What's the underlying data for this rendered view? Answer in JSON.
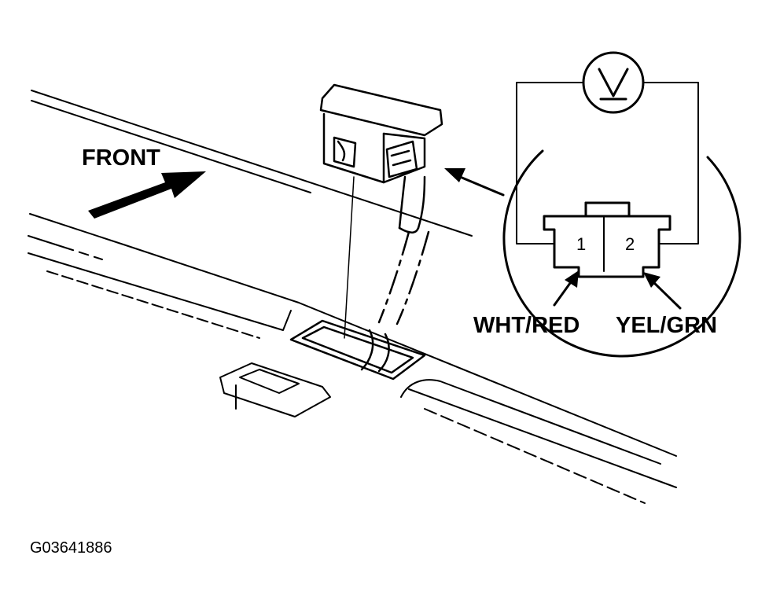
{
  "labels": {
    "front": "FRONT",
    "pin1": "1",
    "pin2": "2",
    "wire1": "WHT/RED",
    "wire2": "YEL/GRN",
    "figure_code": "G03641886"
  },
  "icons": {
    "meter": "voltmeter-icon",
    "direction": "front-arrow-icon"
  },
  "colors": {
    "ink": "#000000",
    "paper": "#ffffff"
  }
}
